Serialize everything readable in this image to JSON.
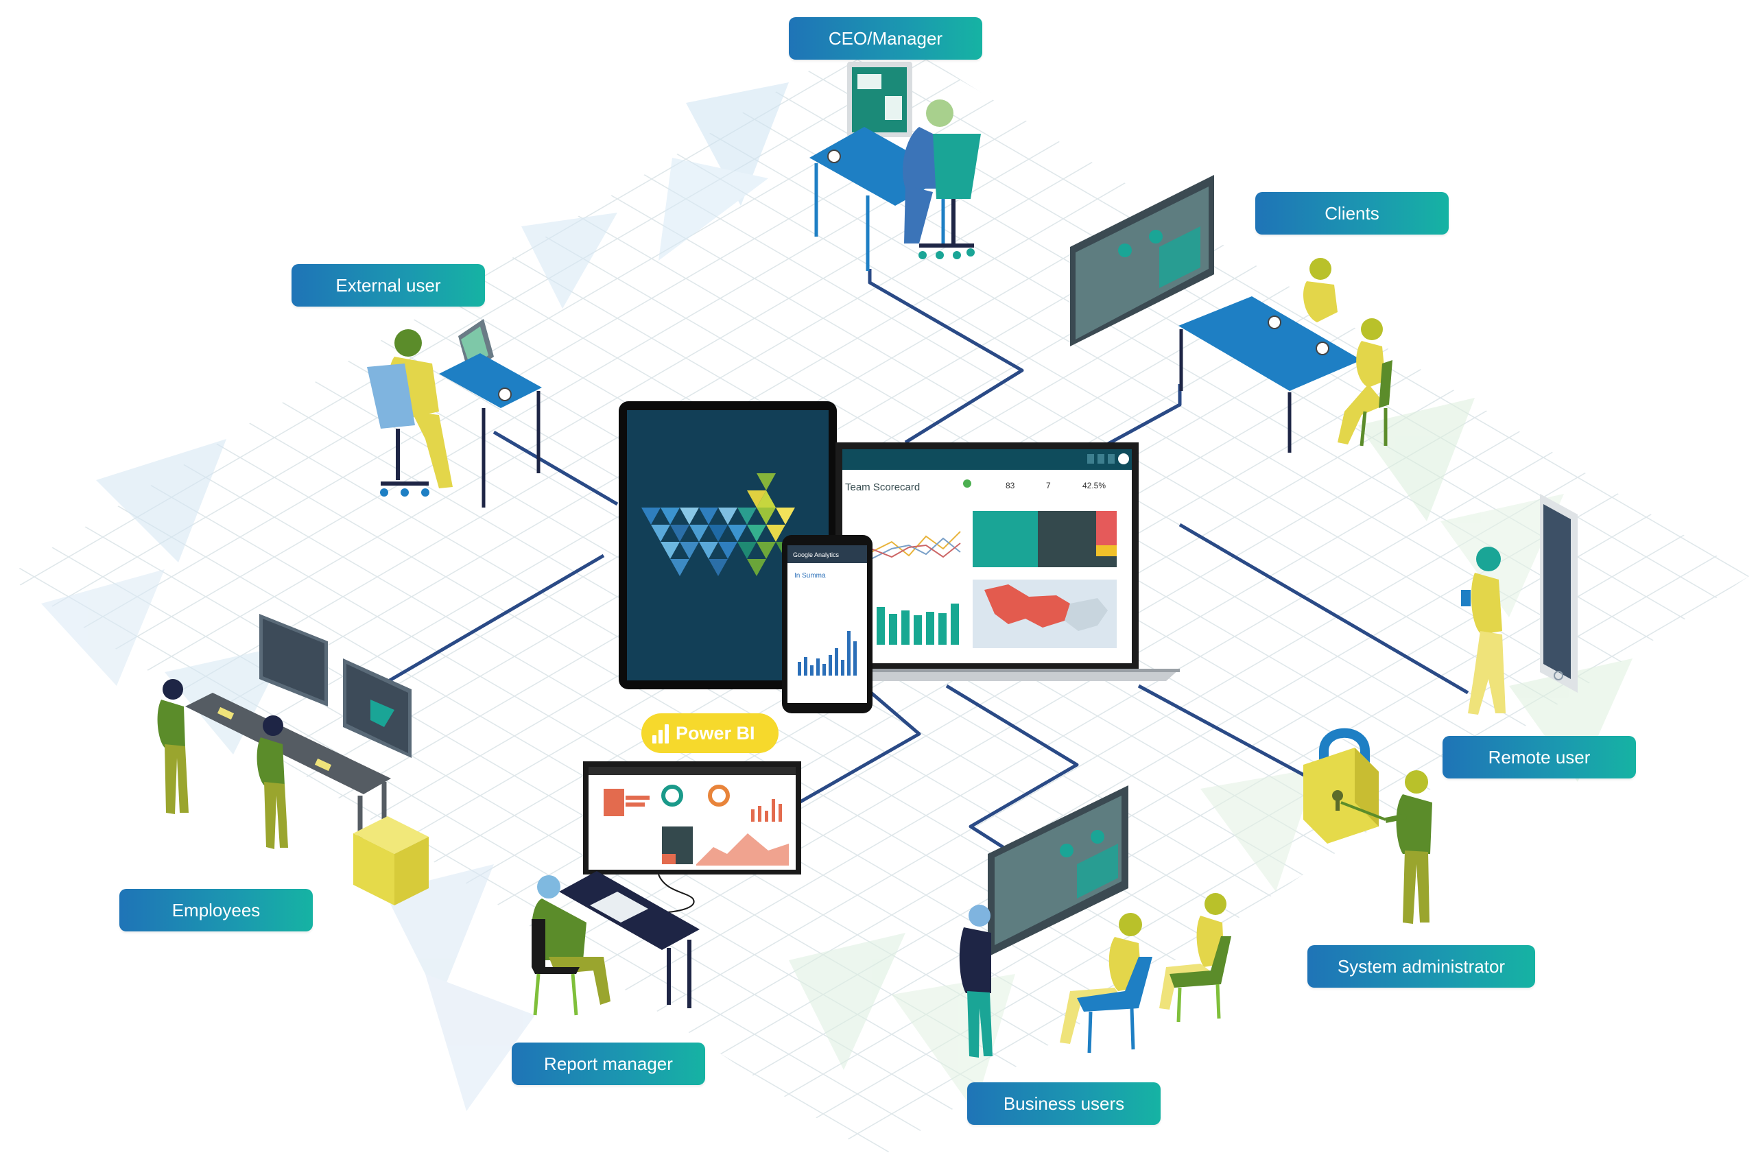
{
  "labels": {
    "ceo_manager": "CEO/Manager",
    "clients": "Clients",
    "external_user": "External user",
    "remote_user": "Remote user",
    "employees": "Employees",
    "report_manager": "Report manager",
    "business_users": "Business users",
    "system_administrator": "System administrator"
  },
  "power_bi": {
    "label": "Power BI"
  },
  "laptop_dashboard": {
    "title": "Team Scorecard",
    "kpi_1": "83",
    "kpi_2": "7",
    "kpi_3": "42.5%"
  },
  "phone_dashboard": {
    "header": "Google Analytics",
    "brand": "In Summa"
  },
  "colors": {
    "label_gradient_start": "#1f74b7",
    "label_gradient_end": "#16b3a3",
    "connector": "#2a4a86",
    "power_bi_yellow": "#f6d92c",
    "tablet_background": "#123f57",
    "desk_blue": "#1e7fc4",
    "figure_green": "#5b8c2a",
    "figure_yellow": "#e3d64a"
  },
  "icons": [
    "power-bi-icon",
    "padlock-icon",
    "coffee-cup-icon"
  ]
}
